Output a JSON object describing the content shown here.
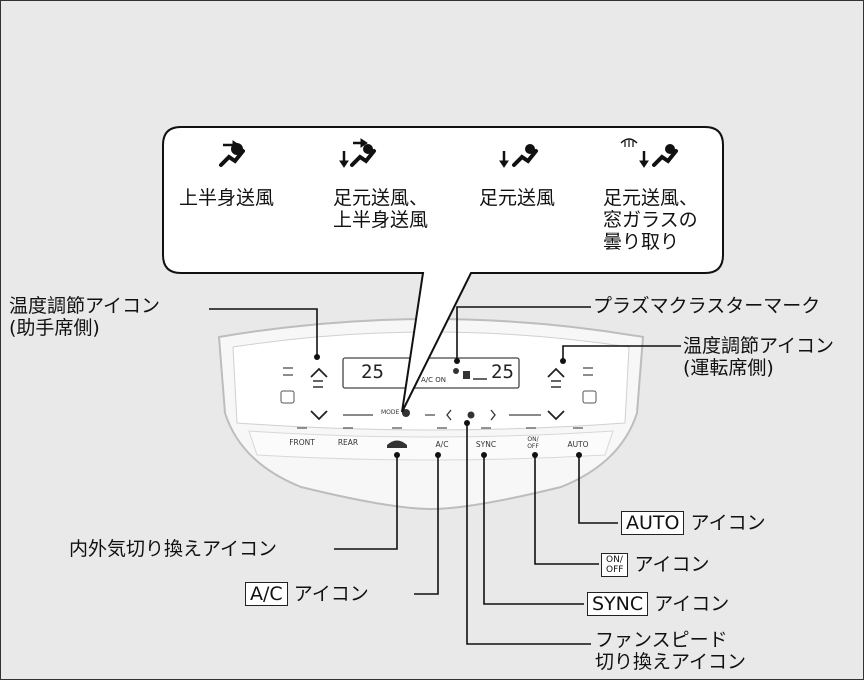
{
  "balloon": {
    "modes": [
      {
        "label": "上半身送風"
      },
      {
        "label": "足元送風、\n上半身送風"
      },
      {
        "label": "足元送風"
      },
      {
        "label": "足元送風、\n窓ガラスの\n曇り取り"
      }
    ]
  },
  "callouts": {
    "temp_left": "温度調節アイコン\n(助手席側)",
    "plasma": "プラズマクラスターマーク",
    "temp_right": "温度調節アイコン\n(運転席側)",
    "recirc": "内外気切り換えアイコン",
    "auto_key": "AUTO",
    "auto_suffix": "アイコン",
    "fan_key": "ON/\nOFF",
    "fan_suffix": "アイコン",
    "ac_key": "A/C",
    "ac_suffix": "アイコン",
    "sync_key": "SYNC",
    "sync_suffix": "アイコン",
    "fanspeed": "ファンスピード\n切り換えアイコン"
  },
  "panel": {
    "temp_left_value": "25",
    "temp_right_value": "25",
    "ac_on": "A/C ON",
    "mode": "MODE",
    "front": "FRONT",
    "rear": "REAR",
    "ac": "A/C",
    "sync": "SYNC",
    "fan_onoff": "ON/\nOFF",
    "auto": "AUTO"
  }
}
